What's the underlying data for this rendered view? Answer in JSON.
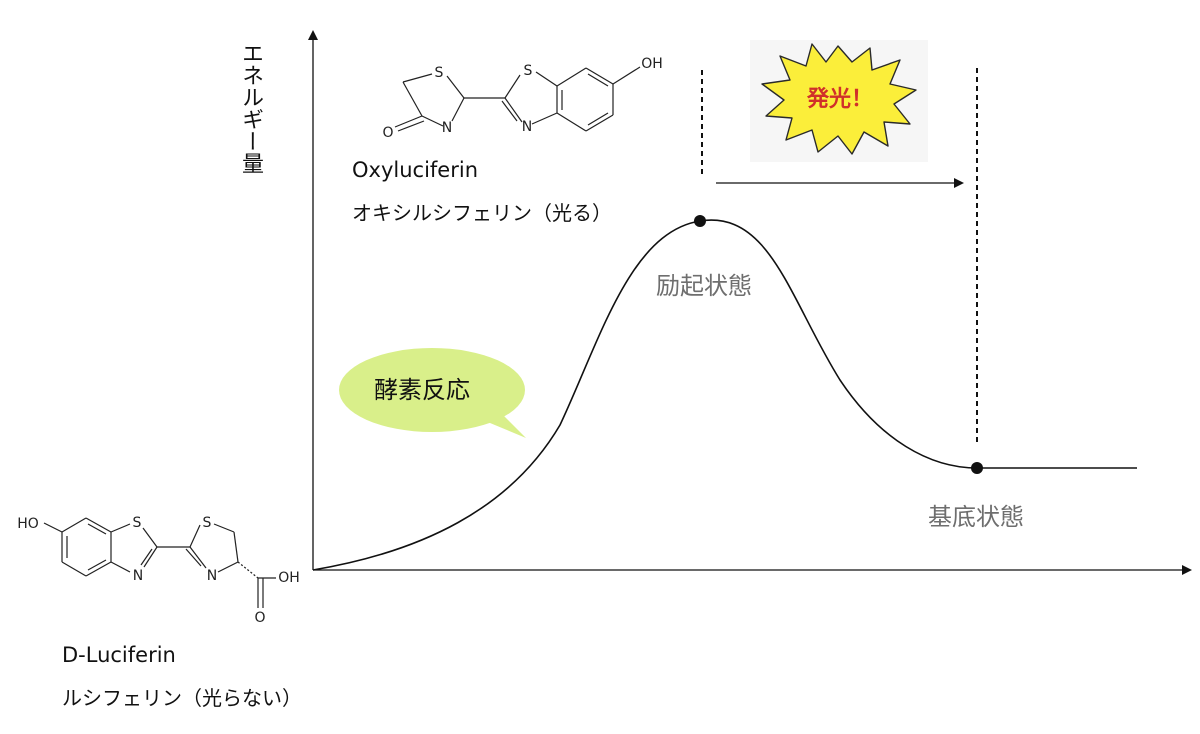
{
  "axis": {
    "ylabel": "エネルギー量"
  },
  "molecules": {
    "product": {
      "name_en": "Oxyluciferin",
      "name_jp": "オキシルシフェリン（光る）",
      "atoms": {
        "s1": "S",
        "s2": "S",
        "n1": "N",
        "n2": "N",
        "o": "O",
        "oh": "OH"
      }
    },
    "reactant": {
      "name_en": "D-Luciferin",
      "name_jp": "ルシフェリン（光らない）",
      "atoms": {
        "ho": "HO",
        "s1": "S",
        "s2": "S",
        "n1": "N",
        "n2": "N",
        "oh": "OH",
        "o": "O"
      }
    }
  },
  "states": {
    "excited": "励起状態",
    "ground": "基底状態"
  },
  "callouts": {
    "enzyme": "酵素反応",
    "emission": "発光！"
  },
  "colors": {
    "bubble_fill": "#d9ef8a",
    "burst_fill": "#fbee3a",
    "burst_text": "#d0302a",
    "state_label": "#6e6e6e",
    "line": "#111111"
  }
}
